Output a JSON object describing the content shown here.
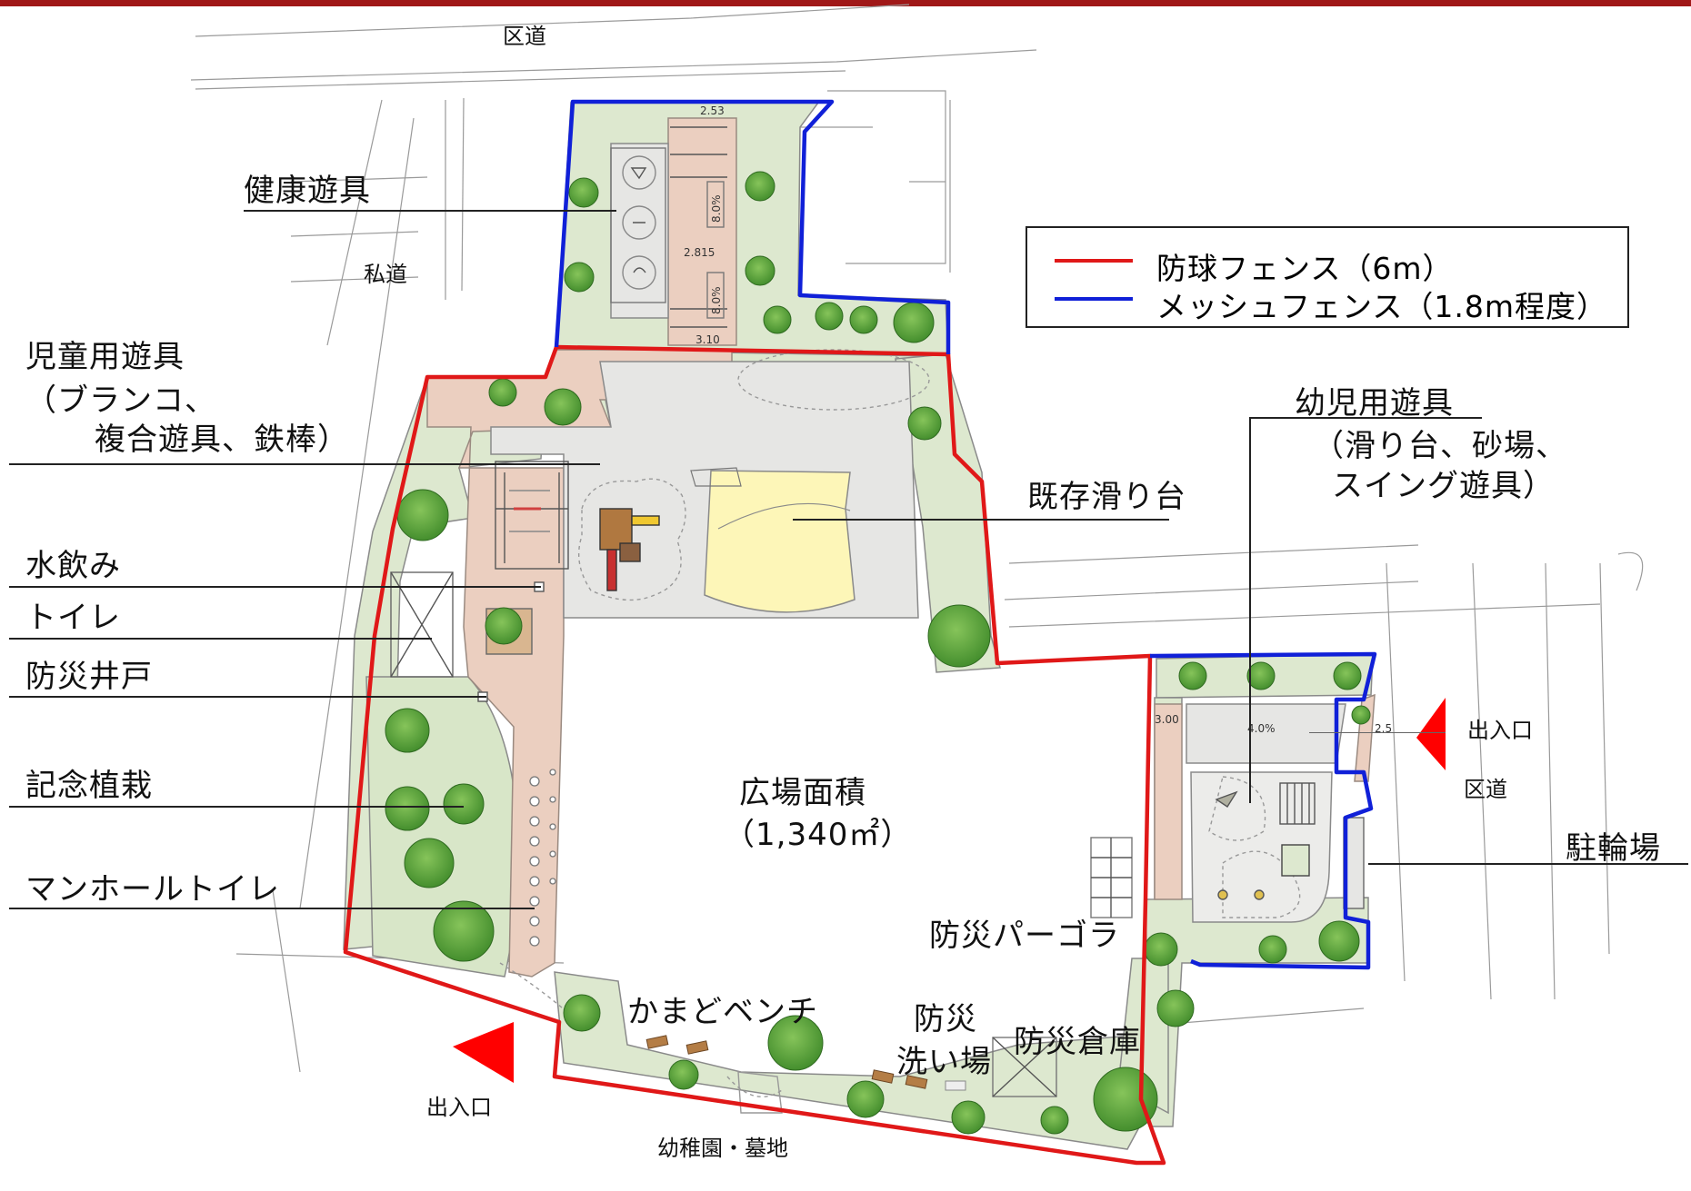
{
  "labels": {
    "kuudou_top": "区道",
    "shidou": "私道",
    "kenkou_yugu": "健康遊具",
    "jidou_yugu_1": "児童用遊具",
    "jidou_yugu_2": "（ブランコ、",
    "jidou_yugu_3": "複合遊具、鉄棒）",
    "mizunomi": "水飲み",
    "toilet": "トイレ",
    "bousai_ido": "防災井戸",
    "kinen_shokusai": "記念植栽",
    "manhole_toilet": "マンホールトイレ",
    "kizon_suberidai": "既存滑り台",
    "youji_yugu_1": "幼児用遊具",
    "youji_yugu_2": "（滑り台、砂場、",
    "youji_yugu_3": "スイング遊具）",
    "hiroba_menseki_1": "広場面積",
    "hiroba_menseki_2": "（1,340㎡）",
    "deiriguchi_right": "出入口",
    "kuudou_right": "区道",
    "chuurinjou": "駐輪場",
    "bousai_pergola": "防災パーゴラ",
    "kamado_bench": "かまどベンチ",
    "bousai_araiba_1": "防災",
    "bousai_araiba_2": "洗い場",
    "bousai_souko": "防災倉庫",
    "deiriguchi_left": "出入口",
    "youchien_bochi": "幼稚園・墓地"
  },
  "legend": [
    {
      "label": "防球フェンス（6m）",
      "color": "#e01818"
    },
    {
      "label": "メッシュフェンス（1.8m程度）",
      "color": "#1020d8"
    }
  ],
  "plan_marks": {
    "dim_2_53": "2.53",
    "dim_2_815": "2.815",
    "dim_3_10": "3.10",
    "slope_8a": "8.0%",
    "slope_8b": "8.0%",
    "dim_3_00": "3.00",
    "slope_4": "4.0%",
    "dim_2_5": "2.5"
  },
  "colors": {
    "ball_fence": "#e01818",
    "mesh_fence": "#1020d8",
    "lawn": "#dde8cf",
    "path": "#ebcfc0",
    "plaza_gray": "#e6e6e4",
    "slide_yellow": "#fdf6b8",
    "tree": "#5fa83c",
    "entrance_arrow": "#ff0000",
    "top_bar": "#a01818"
  },
  "icons": [
    "entrance-arrow-icon",
    "tree-icon",
    "swing-icon",
    "play-structure-icon",
    "bench-icon",
    "manhole-icon"
  ]
}
